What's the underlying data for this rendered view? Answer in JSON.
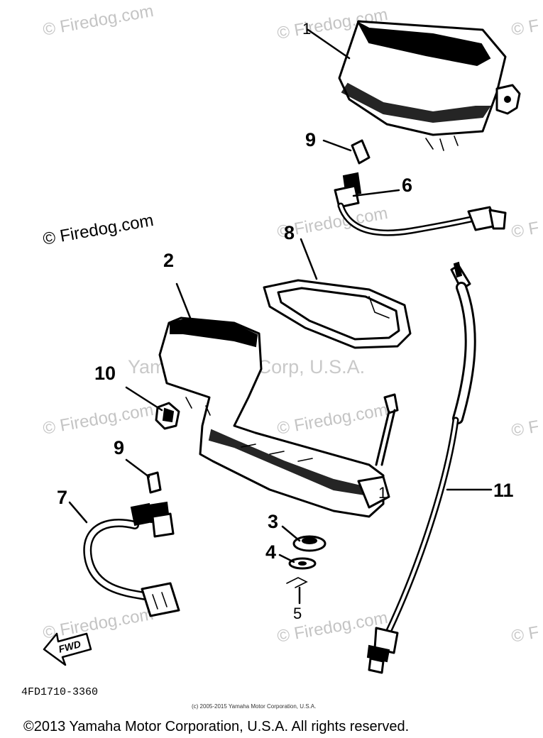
{
  "watermarks": {
    "site": "© Firedog.com",
    "site_partial": "© F",
    "brand": "Yamaha Motor Corp, U.S.A."
  },
  "callouts": {
    "c1_top": "1",
    "c2": "2",
    "c3": "3",
    "c4": "4",
    "c5": "5",
    "c6": "6",
    "c7": "7",
    "c8": "8",
    "c9_top": "9",
    "c9_left": "9",
    "c10": "10",
    "c11": "11",
    "c1_small": "1"
  },
  "fwd_label": "FWD",
  "part_code": "4FD1710-3360",
  "small_copyright": "(c) 2005-2015 Yamaha Motor Corporation, U.S.A.",
  "footer_copyright": "©2013 Yamaha Motor Corporation, U.S.A. All rights reserved."
}
